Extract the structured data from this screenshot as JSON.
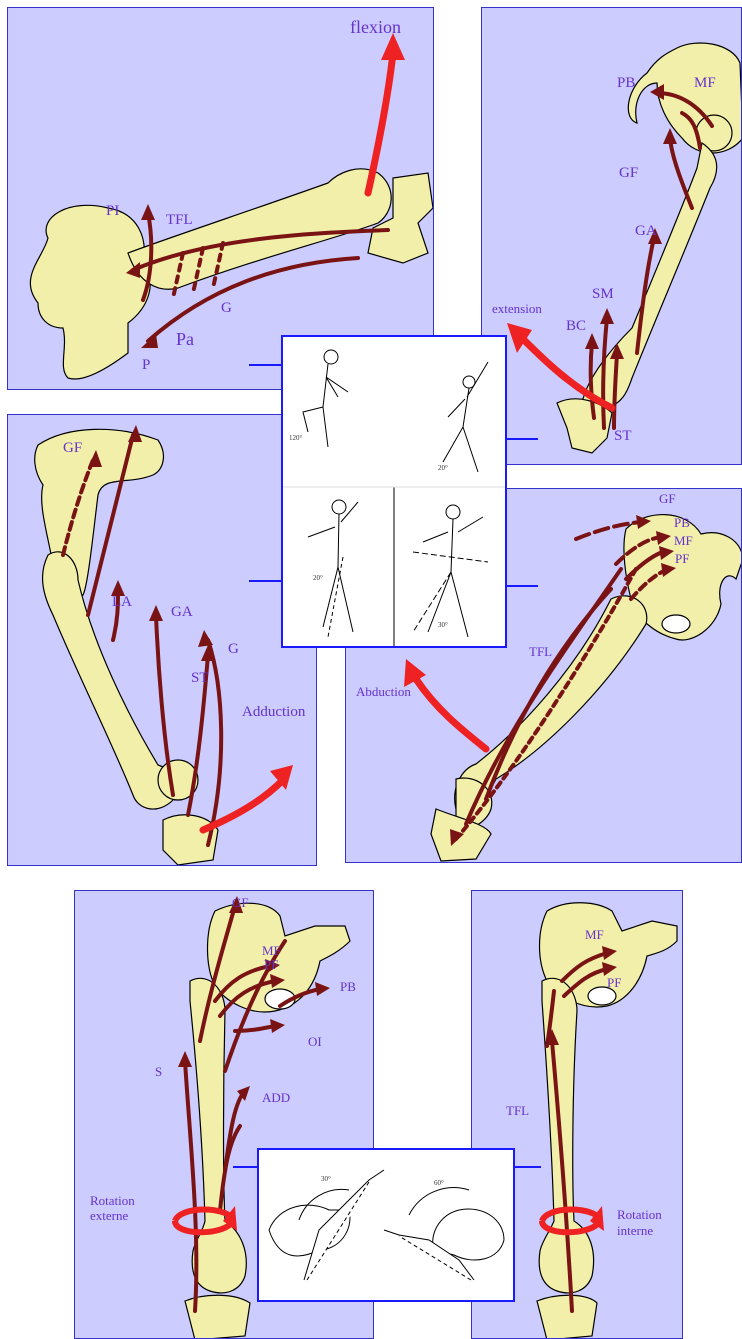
{
  "colors": {
    "panel_bg": "#ccccff",
    "bone": "#f2efaa",
    "muscle_arrow": "#7a1414",
    "motion_arrow": "#ee2222",
    "label": "#6633cc",
    "frame": "#1a1aff"
  },
  "panels": {
    "flexion": {
      "motion": "flexion",
      "labels": {
        "pi": "PI",
        "tfl": "TFL",
        "g": "G",
        "pa": "Pa",
        "p": "P"
      }
    },
    "extension": {
      "motion": "extension",
      "labels": {
        "pb": "PB",
        "mf": "MF",
        "gf": "GF",
        "ga": "GA",
        "sm": "SM",
        "bc": "BC",
        "st": "ST"
      }
    },
    "adduction": {
      "motion": "Adduction",
      "labels": {
        "gf": "GF",
        "la": "LA",
        "ga": "GA",
        "g": "G",
        "st": "ST"
      }
    },
    "abduction": {
      "motion": "Abduction",
      "labels": {
        "gf": "GF",
        "pb": "PB",
        "mf": "MF",
        "pf": "PF",
        "tfl": "TFL"
      }
    },
    "rotation_externe": {
      "motion_line1": "Rotation",
      "motion_line2": "externe",
      "labels": {
        "gf": "GF",
        "mf": "MF",
        "pf": "PF",
        "pb": "PB",
        "oi": "OI",
        "s": "S",
        "add": "ADD"
      }
    },
    "rotation_interne": {
      "motion_line1": "Rotation",
      "motion_line2": "interne",
      "labels": {
        "mf": "MF",
        "pf": "PF",
        "tfl": "TFL"
      }
    }
  },
  "insets": {
    "top": {
      "angles": {
        "a1": "120°",
        "a2": "20°",
        "a3": "20°",
        "a4": "30°"
      }
    },
    "bottom": {
      "angles": {
        "a1": "30°",
        "a2": "60°"
      }
    }
  }
}
